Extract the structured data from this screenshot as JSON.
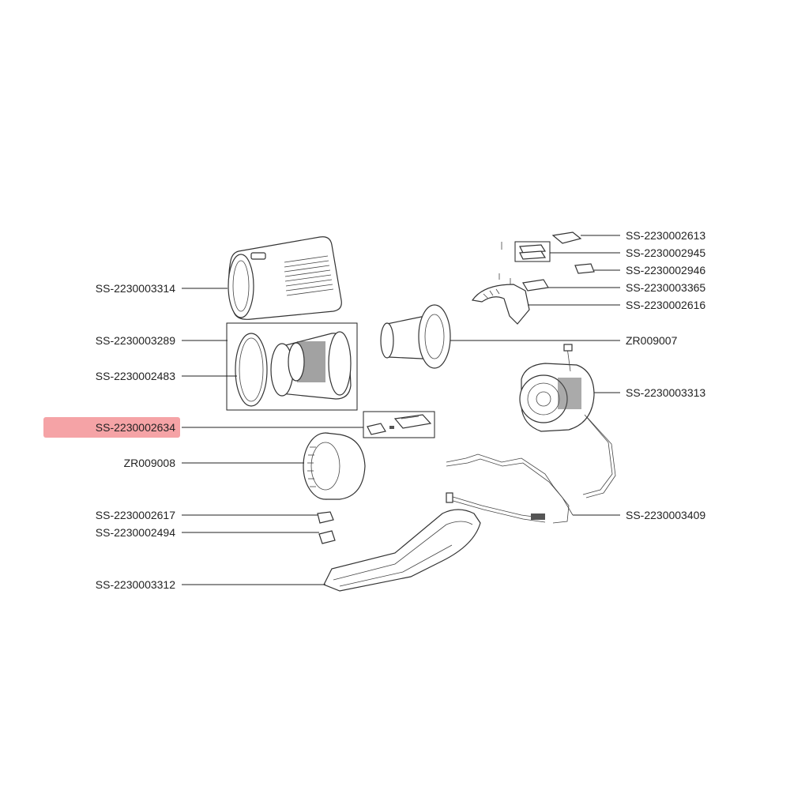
{
  "colors": {
    "highlight": "#f5a3a6",
    "line": "#222222",
    "text": "#222222"
  },
  "labels": {
    "left": {
      "l1": "SS-2230003314",
      "l2": "SS-2230003289",
      "l3": "SS-2230002483",
      "l4": "SS-2230002634",
      "l5": "ZR009008",
      "l6": "SS-2230002617",
      "l7": "SS-2230002494",
      "l8": "SS-2230003312"
    },
    "right": {
      "r1": "SS-2230002613",
      "r2": "SS-2230002945",
      "r3": "SS-2230002946",
      "r4": "SS-2230003365",
      "r5": "SS-2230002616",
      "r6": "ZR009007",
      "r7": "SS-2230003313",
      "r8": "SS-2230003409"
    }
  },
  "highlighted_label": "SS-2230002634"
}
